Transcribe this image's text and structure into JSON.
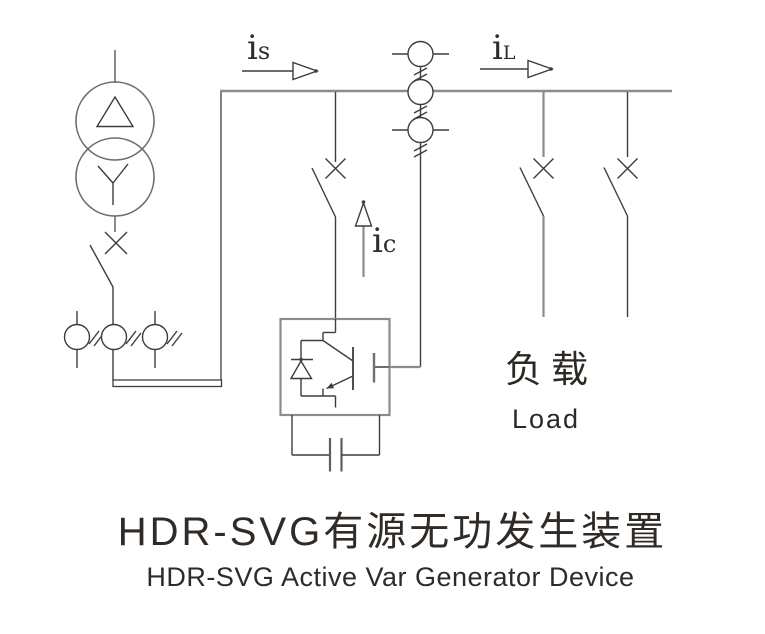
{
  "diagram": {
    "kind": "single-line electrical diagram",
    "background": "#ffffff",
    "line_color_thin": "#3d3d3d",
    "line_color_thick": "#8c8c8c",
    "text_color": "#2f2b27"
  },
  "labels": {
    "source_current": {
      "main": "i",
      "sub": "s"
    },
    "load_current": {
      "main": "i",
      "sub": "L"
    },
    "compensator_current": {
      "main": "i",
      "sub": "c"
    },
    "load_cn": "负载",
    "load_en": "Load"
  },
  "title": {
    "line1_cn": "HDR-SVG有源无功发生装置",
    "line2_en": "HDR-SVG Active Var Generator Device"
  },
  "components": {
    "transformer": "delta-wye-transformer-symbol",
    "switches": "disconnect-switch-symbol-x4",
    "ct_row_left": "current-transformer-x3-horizontal",
    "ct_stack_bus": "current-transformer-x3-vertical",
    "converter": "igbt-module-with-freewheel-diode",
    "dc_link": "capacitor-symbol",
    "bus": "main-bus-line"
  }
}
